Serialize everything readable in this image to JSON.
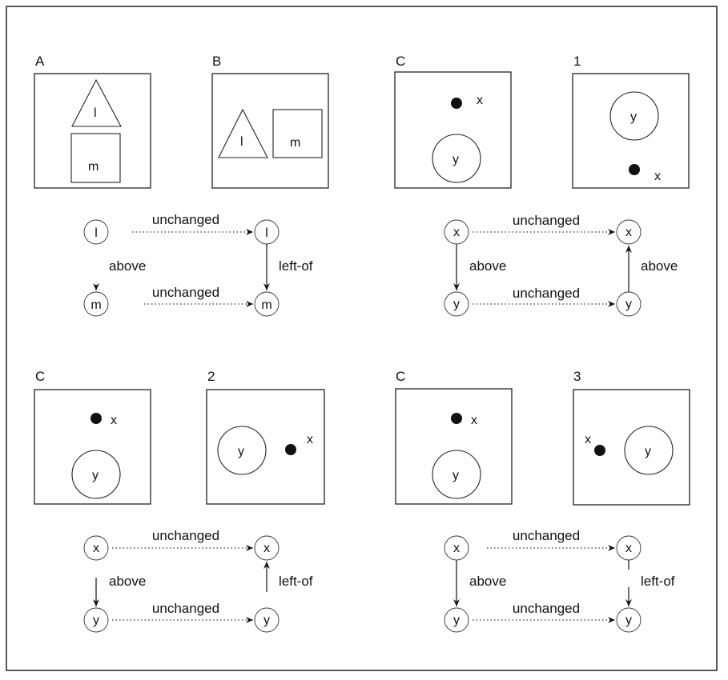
{
  "panels": {
    "p1": {
      "left_label": "A",
      "right_label": "B",
      "obj1": "l",
      "obj2": "m"
    },
    "p2": {
      "left_label": "C",
      "right_label": "1",
      "obj1": "x",
      "obj2": "y"
    },
    "p3": {
      "left_label": "C",
      "right_label": "2",
      "obj1": "x",
      "obj2": "y"
    },
    "p4": {
      "left_label": "C",
      "right_label": "3",
      "obj1": "x",
      "obj2": "y"
    }
  },
  "graphs": {
    "g1": {
      "top_edge": "unchanged",
      "bottom_edge": "unchanged",
      "left_edge": "above",
      "right_edge": "left-of"
    },
    "g2": {
      "top_edge": "unchanged",
      "bottom_edge": "unchanged",
      "left_edge": "above",
      "right_edge": "above"
    },
    "g3": {
      "top_edge": "unchanged",
      "bottom_edge": "unchanged",
      "left_edge": "above",
      "right_edge": "left-of"
    },
    "g4": {
      "top_edge": "unchanged",
      "bottom_edge": "unchanged",
      "left_edge": "above",
      "right_edge": "left-of"
    }
  }
}
